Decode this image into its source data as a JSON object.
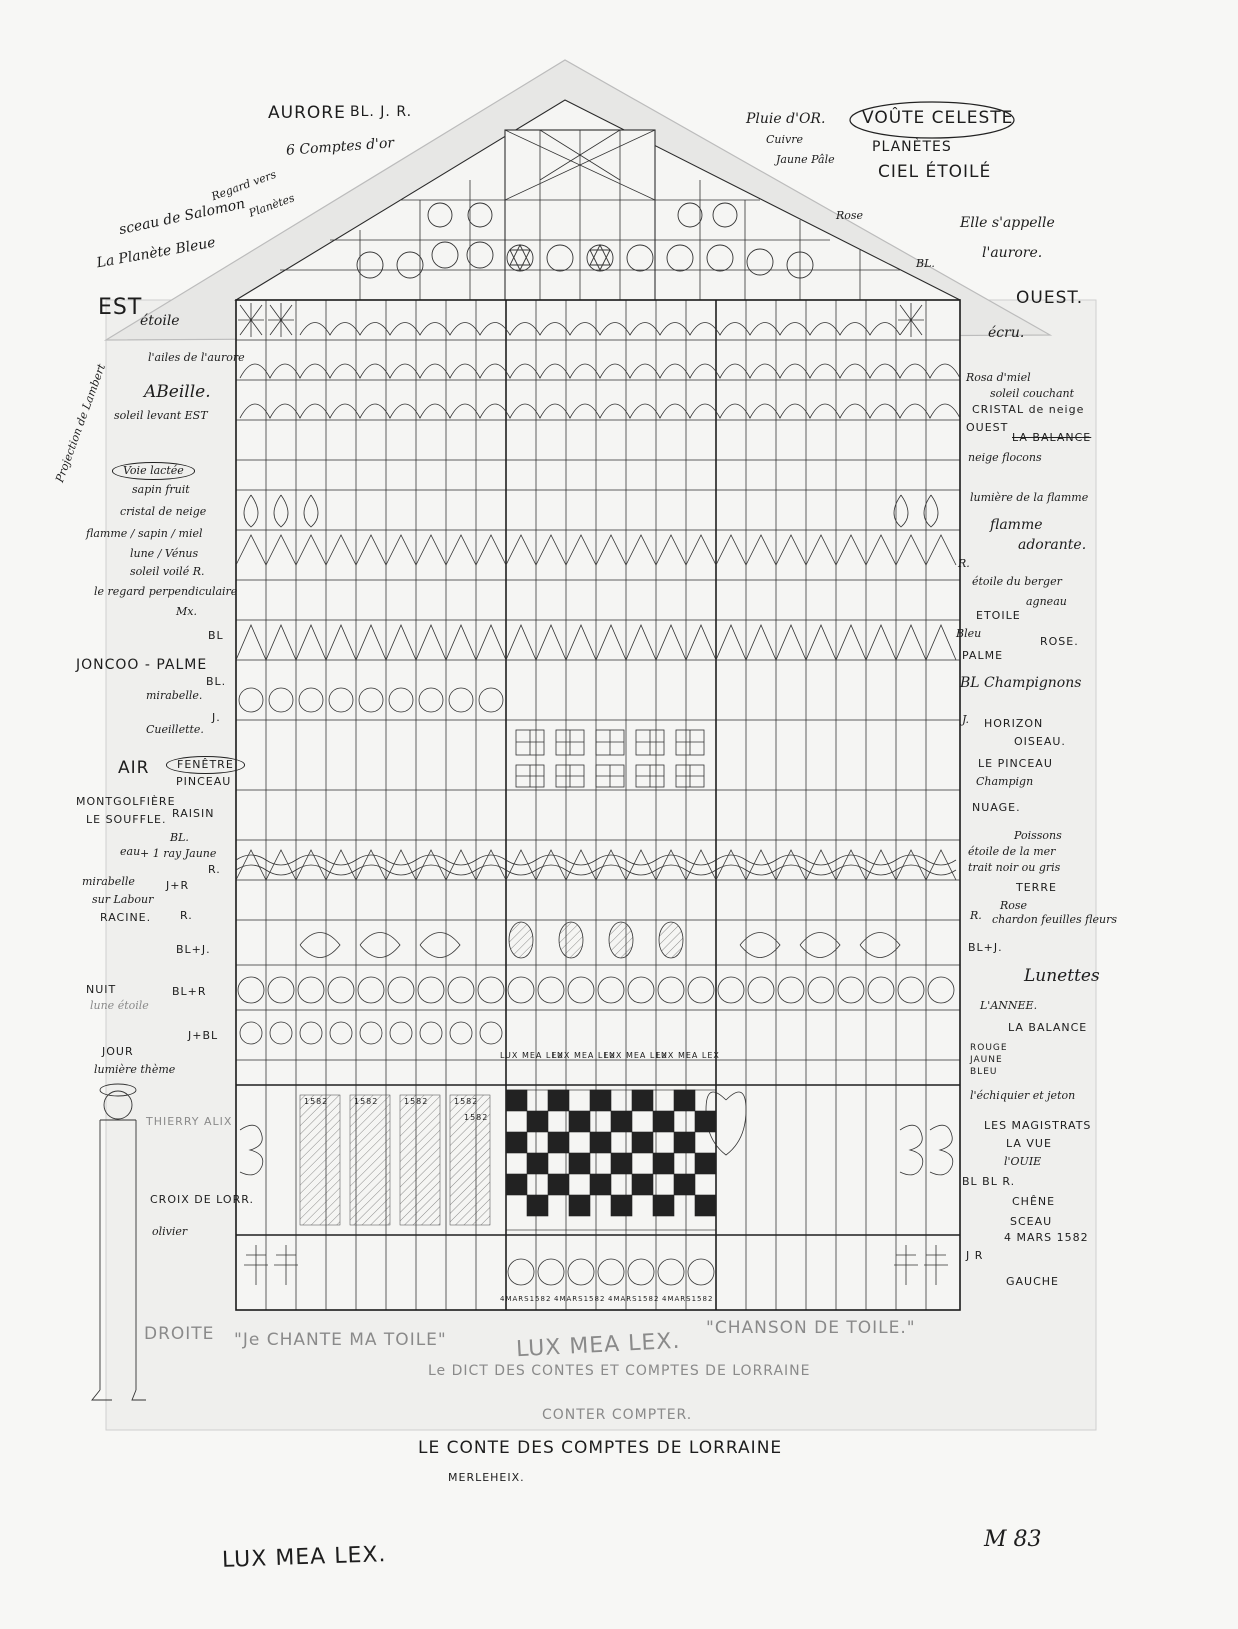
{
  "top_left": {
    "aurore": "AURORE",
    "bljr": "BL. J. R.",
    "comptes": "6 Comptes d'or",
    "regard": "Regard vers",
    "planetes": "Planètes",
    "sceau": "sceau de Salomon",
    "planete_bleue": "La Planète Bleue",
    "est": "EST",
    "etoile": "étoile"
  },
  "top_right": {
    "pluie": "Pluie d'OR.",
    "cuivre": "Cuivre",
    "jaune": "Jaune Pâle",
    "voute": "VOÛTE CELESTE",
    "planetes": "PLANÈTES",
    "ciel": "CIEL ÉTOILÉ",
    "rose": "Rose",
    "elle": "Elle s'appelle",
    "aurore": "l'aurore.",
    "bl": "BL.",
    "ouest": "OUEST.",
    "ecru": "écru."
  },
  "left_notes": [
    "l'ailes de l'aurore",
    "ABeille.",
    "soleil levant EST",
    "Voie lactée",
    "sapin fruit",
    "Projection de Lambert",
    "cristal de neige",
    "flamme / sapin / miel",
    "lune / Vénus",
    "soleil voilé R.",
    "le regard perpendiculaire",
    "Mx.",
    "JONCOO - PALME",
    "mirabelle.",
    "Cueillette.",
    "AIR",
    "FENÊTRE",
    "PINCEAU",
    "MONTGOLFIÈRE",
    "LE SOUFFLE.",
    "RAISIN",
    "eau",
    "BL.",
    "+ 1 ray Jaune",
    "mirabelle",
    "sur Labour",
    "RACINE.",
    "J+R",
    "R.",
    "BL+J.",
    "NUIT",
    "lune étoile",
    "BL+R",
    "JOUR",
    "lumière thème",
    "J+BL",
    "THIERRY ALIX",
    "CROIX DE LORR.",
    "olivier",
    "BL",
    "BL.",
    "J.",
    "R."
  ],
  "right_notes": [
    "Rosa d'miel",
    "soleil couchant",
    "CRISTAL de neige",
    "OUEST",
    "LA BALANCE",
    "neige flocons",
    "lumière de la flamme",
    "flamme",
    "adorante.",
    "R.",
    "étoile du berger",
    "agneau",
    "ETOILE",
    "Bleu",
    "ROSE.",
    "PALME",
    "BL Champignons",
    "J.",
    "HORIZON",
    "OISEAU.",
    "LE PINCEAU",
    "Champign",
    "NUAGE.",
    "Poissons",
    "étoile de la mer",
    "trait noir ou gris",
    "TERRE",
    "Rose",
    "chardon feuilles fleurs",
    "R.",
    "BL+J.",
    "Lunettes",
    "L'ANNEE.",
    "LA BALANCE",
    "ROUGE",
    "JAUNE",
    "BLEU",
    "l'échiquier et jeton",
    "LES MAGISTRATS",
    "LA VUE",
    "l'OUIE",
    "BL BL R.",
    "CHÊNE",
    "SCEAU",
    "4 MARS 1582",
    "J R",
    "GAUCHE"
  ],
  "bottom": {
    "droite": "DROITE",
    "je_chante": "\"Je CHANTE MA TOILE\"",
    "lux_mea_lex": "LUX MEA LEX.",
    "chanson": "\"CHANSON DE TOILE.\"",
    "dict": "Le DICT DES CONTES ET COMPTES DE LORRAINE",
    "conter": "CONTER COMPTER.",
    "conte": "LE CONTE DES COMPTES DE LORRAINE",
    "merleheix": "MERLEHEIX.",
    "lux_footer": "LUX MEA LEX.",
    "initials": "M 83"
  },
  "window_labels": {
    "lux1": "LUX MEA LEX",
    "lux2": "LUX MEA LEX",
    "lux3": "LUX MEA LEX",
    "lux4": "LUX MEA LEX",
    "dates": [
      "4MARS1582",
      "4MARS1582",
      "4MARS1582",
      "4MARS1582"
    ],
    "numbers": [
      "1582",
      "1582",
      "1582",
      "1582",
      "1582"
    ]
  }
}
